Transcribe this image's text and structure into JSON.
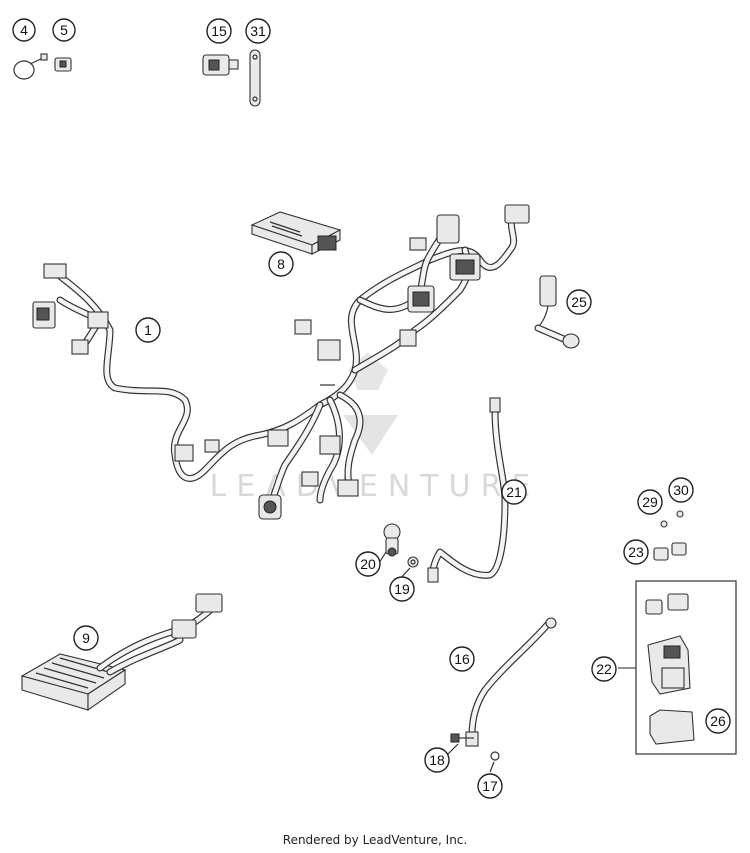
{
  "diagram": {
    "callouts": [
      "1",
      "4",
      "5",
      "8",
      "9",
      "15",
      "16",
      "17",
      "18",
      "19",
      "20",
      "21",
      "22",
      "23",
      "25",
      "26",
      "29",
      "30",
      "31"
    ],
    "watermark_text": "LEADVENTURE"
  },
  "footer": {
    "text": "Rendered by LeadVenture, Inc."
  }
}
